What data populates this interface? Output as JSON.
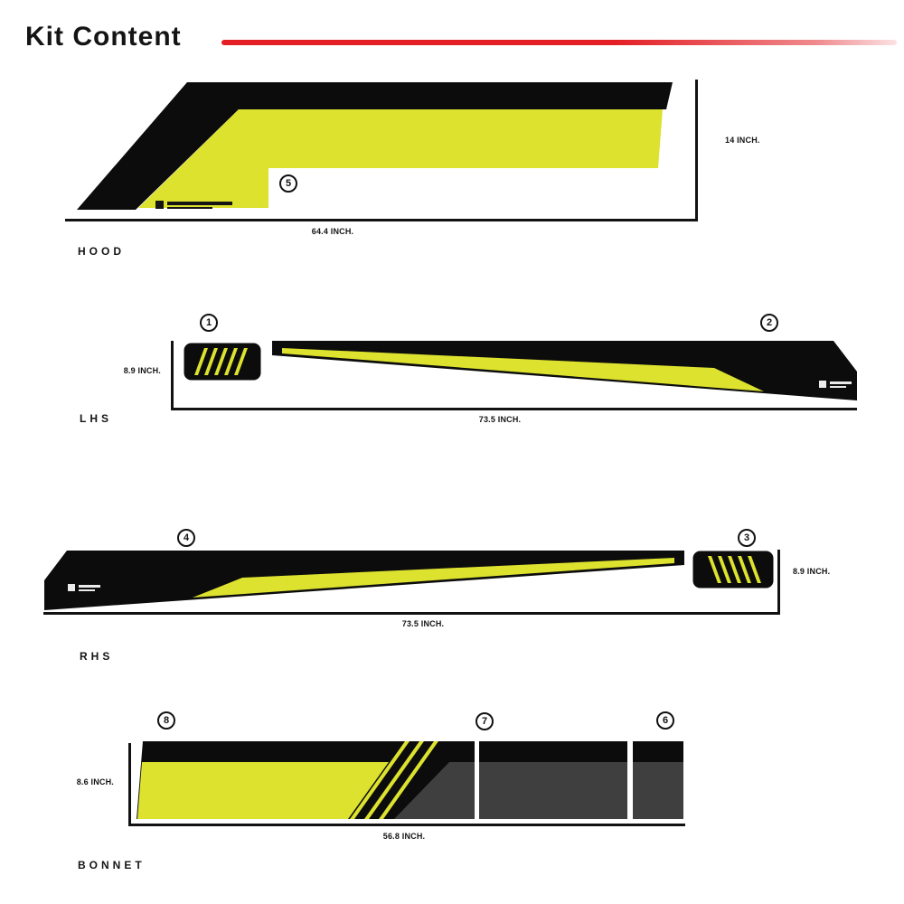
{
  "title": "Kit Content",
  "colors": {
    "accent_red": "#e31e24",
    "decal_yellow": "#dce22e",
    "decal_black": "#0c0c0c",
    "decal_gray": "#3f3f3f",
    "ink": "#111111"
  },
  "sections": {
    "hood": {
      "label": "HOOD",
      "width_label": "64.4 INCH.",
      "height_label": "14 INCH.",
      "parts": {
        "main": "5"
      }
    },
    "lhs": {
      "label": "LHS",
      "width_label": "73.5 INCH.",
      "height_label": "8.9 INCH.",
      "parts": {
        "front": "1",
        "main": "2"
      }
    },
    "rhs": {
      "label": "RHS",
      "width_label": "73.5 INCH.",
      "height_label": "8.9 INCH.",
      "parts": {
        "main": "4",
        "front": "3"
      }
    },
    "bonnet": {
      "label": "BONNET",
      "width_label": "56.8 INCH.",
      "height_label": "8.6 INCH.",
      "parts": {
        "main": "8",
        "mid": "7",
        "end": "6"
      }
    }
  }
}
